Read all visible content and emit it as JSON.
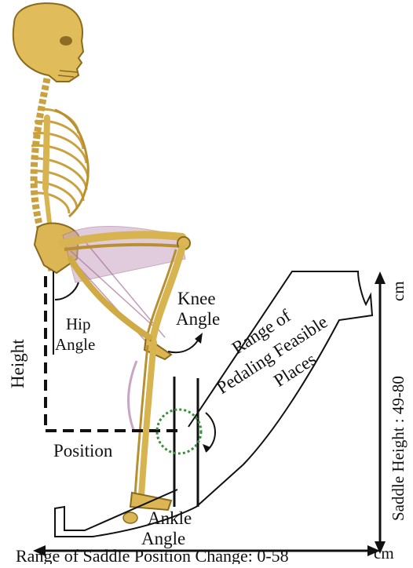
{
  "labels": {
    "height": "Height",
    "hip_line1": "Hip",
    "hip_line2": "Angle",
    "knee_line1": "Knee",
    "knee_line2": "Angle",
    "region_line1": "Range of",
    "region_line2": "Pedaling Feasible",
    "region_line3": "Places",
    "position": "Position",
    "ankle_line1": "Ankle",
    "ankle_line2": "Angle",
    "saddle_height": "Saddle Height : 49-80",
    "saddle_height_unit": "cm",
    "range_position": "Range of Saddle Position Change: 0-58",
    "range_position_unit": "cm"
  },
  "colors": {
    "bone": "#d8b451",
    "bone_dark": "#8a6a1c",
    "muscle": "#b07fa8",
    "crank": "#3a8f3a",
    "line": "#111111"
  }
}
